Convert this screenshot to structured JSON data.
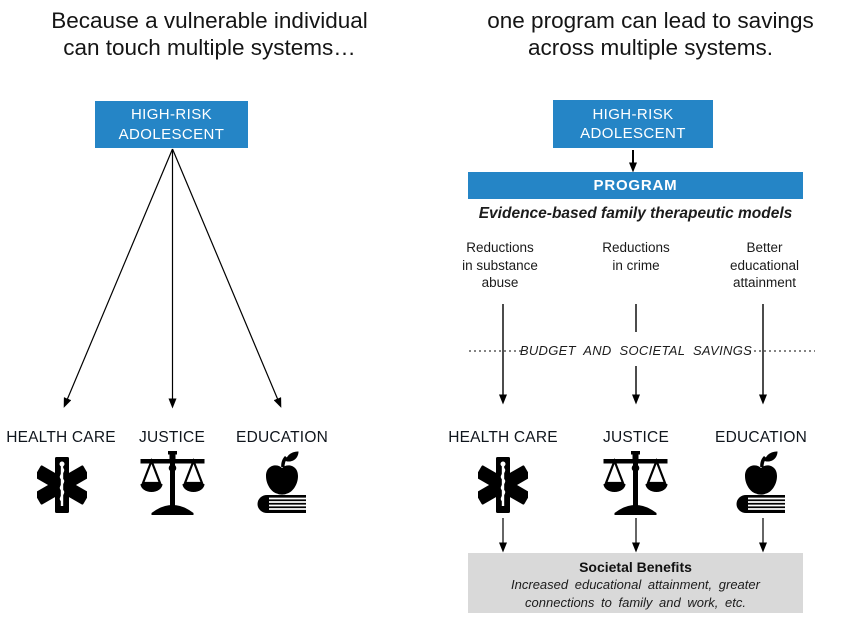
{
  "colors": {
    "accent_blue": "#2585c6",
    "benefits_gray": "#d9d9d9",
    "icon_black": "#000000"
  },
  "left_panel": {
    "title": "Because a vulnerable individual\ncan touch multiple systems…",
    "source_box": "HIGH-RISK\nADOLESCENT",
    "systems": [
      {
        "label": "HEALTH CARE",
        "icon": "star-of-life-icon"
      },
      {
        "label": "JUSTICE",
        "icon": "scales-of-justice-icon"
      },
      {
        "label": "EDUCATION",
        "icon": "apple-on-book-icon"
      }
    ]
  },
  "right_panel": {
    "title": "one program can lead to savings\nacross multiple systems.",
    "source_box": "HIGH-RISK\nADOLESCENT",
    "program_label": "PROGRAM",
    "program_subtitle": "Evidence-based family therapeutic models",
    "outcomes": [
      "Reductions\nin substance\nabuse",
      "Reductions\nin crime",
      "Better\neducational\nattainment"
    ],
    "savings_label": "BUDGET AND SOCIETAL SAVINGS",
    "systems": [
      {
        "label": "HEALTH CARE",
        "icon": "star-of-life-icon"
      },
      {
        "label": "JUSTICE",
        "icon": "scales-of-justice-icon"
      },
      {
        "label": "EDUCATION",
        "icon": "apple-on-book-icon"
      }
    ],
    "benefits_box": {
      "title": "Societal Benefits",
      "body": "Increased educational attainment, greater\nconnections to family and work, etc."
    }
  }
}
